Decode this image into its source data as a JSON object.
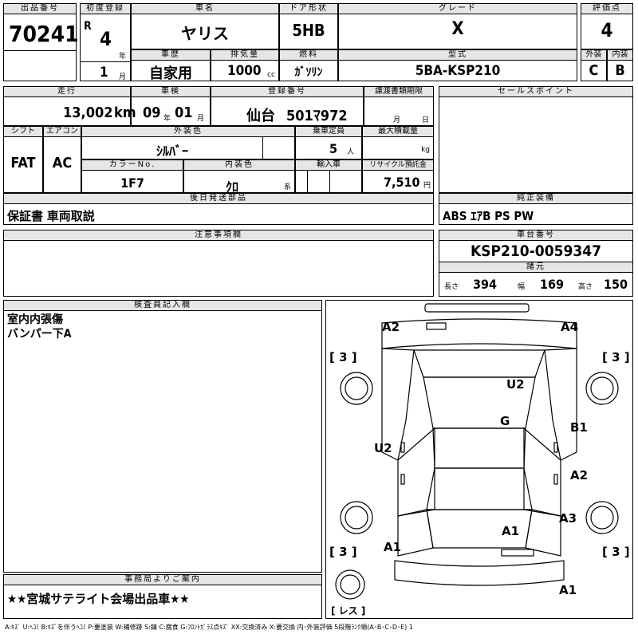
{
  "header": {
    "lot_label": "出品番号",
    "lot": "70241",
    "first_reg_label": "初度登録",
    "era": "R",
    "year": "4",
    "year_unit": "年",
    "month": "1",
    "month_unit": "月",
    "car_name_label": "車名",
    "car_name": "ヤリス",
    "door_label": "ドア形状",
    "door": "5HB",
    "grade_label": "グレード",
    "grade": "X",
    "score_label": "評価点",
    "score": "4",
    "history_label": "車歴",
    "history": "自家用",
    "displacement_label": "排気量",
    "displacement": "1000",
    "displacement_unit": "cc",
    "fuel_label": "燃料",
    "fuel": "ｶﾞｿﾘﾝ",
    "model_label": "型式",
    "model": "5BA-KSP210",
    "exterior_label": "外装",
    "exterior": "C",
    "interior_label": "内装",
    "interior": "B"
  },
  "row2": {
    "mileage_label": "走行",
    "mileage": "13,002",
    "mileage_unit": "km",
    "inspection_label": "車検",
    "insp_year": "09",
    "insp_year_unit": "年",
    "insp_month": "01",
    "insp_month_unit": "月",
    "plate_label": "登録番号",
    "plate_area": "仙台",
    "plate_number": "501ﾏ972",
    "transfer_label": "譲渡書類期限",
    "transfer_month_unit": "月",
    "transfer_day_unit": "日",
    "sales_label": "セールスポイント",
    "shift_label": "シフト",
    "shift": "FAT",
    "ac_label": "エアコン",
    "ac": "AC",
    "color_label": "外装色",
    "color": "ｼﾙﾊﾞｰ",
    "capacity_label": "乗車定員",
    "capacity": "5",
    "capacity_unit": "人",
    "load_label": "最大積載量",
    "load_unit": "kg",
    "color_no_label": "カラーNo.",
    "color_no": "1F7",
    "int_color_label": "内装色",
    "int_color": "ｸﾛ",
    "int_color_unit": "系",
    "import_label": "輸入車",
    "recycle_label": "リサイクル預託金",
    "recycle": "7,510",
    "recycle_unit": "円"
  },
  "later_parts": {
    "label": "後日発送部品",
    "value": "保証書 車両取説"
  },
  "equipment": {
    "label": "純正装備",
    "value": "ABS ｴｱB PS PW"
  },
  "notes": {
    "label": "注意事項欄"
  },
  "chassis": {
    "label": "車台番号",
    "number": "KSP210-0059347",
    "dims_label": "諸元",
    "length_label": "長さ",
    "length": "394",
    "width_label": "幅",
    "width": "169",
    "height_label": "高さ",
    "height": "150"
  },
  "inspector": {
    "label": "検査員記入欄",
    "lines": [
      "室内内張傷",
      "バンパー下A"
    ]
  },
  "office": {
    "label": "事務局よりご案内",
    "value": "★★宮城サテライト会場出品車★★"
  },
  "diagram": {
    "tire_values": [
      "3",
      "3",
      "3",
      "3"
    ],
    "rest_label": "レス",
    "codes": {
      "front_left": "A2",
      "front_right": "A4",
      "roof": "U2",
      "hood_center": "G",
      "left_door": "U2",
      "right_front_door": "B1",
      "right_rear_door": "A2",
      "right_rear": "A3",
      "rear_center": "A1",
      "rear_left": "A1",
      "bottom_right": "A1"
    }
  },
  "legend": "A:ｷｽﾞ U:ﾍｺﾐ B:ｷｽﾞを伴うﾍｺﾐ P:要塗装 W:補修跡 S:錆 C:腐食 G:ﾌﾛﾝﾄｶﾞﾗｽ点ｷｽﾞ XX:交換済み X:要交換 内･外装評価 5段階ﾗﾝｸ順(A･B･C･D･E) 1"
}
